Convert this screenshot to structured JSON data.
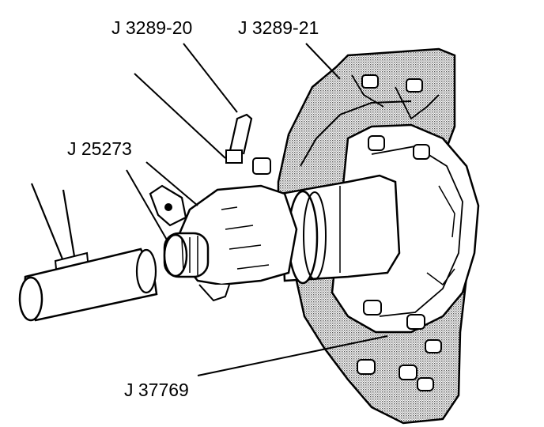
{
  "callouts": {
    "tool_j3289_20": "J 3289-20",
    "tool_j3289_21": "J 3289-21",
    "tool_j25273": "J 25273",
    "tool_j37769": "J 37769"
  },
  "colors": {
    "line": "#000000",
    "shade": "#9a9a9a",
    "background": "#ffffff"
  }
}
